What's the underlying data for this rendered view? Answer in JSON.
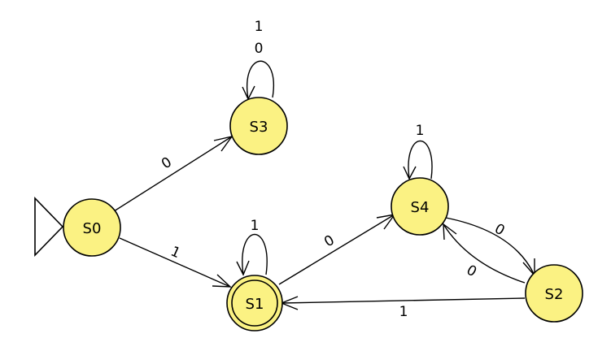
{
  "states": [
    {
      "id": "S0",
      "label": "S0",
      "initial": true,
      "accepting": false
    },
    {
      "id": "S3",
      "label": "S3",
      "initial": false,
      "accepting": false
    },
    {
      "id": "S1",
      "label": "S1",
      "initial": false,
      "accepting": true
    },
    {
      "id": "S4",
      "label": "S4",
      "initial": false,
      "accepting": false
    },
    {
      "id": "S2",
      "label": "S2",
      "initial": false,
      "accepting": false
    }
  ],
  "transitions": [
    {
      "from": "S0",
      "to": "S3",
      "label": "0"
    },
    {
      "from": "S0",
      "to": "S1",
      "label": "1"
    },
    {
      "from": "S3",
      "to": "S3",
      "label": "1\n0"
    },
    {
      "from": "S1",
      "to": "S1",
      "label": "1"
    },
    {
      "from": "S1",
      "to": "S4",
      "label": "0"
    },
    {
      "from": "S4",
      "to": "S4",
      "label": "1"
    },
    {
      "from": "S4",
      "to": "S2",
      "label": "0"
    },
    {
      "from": "S2",
      "to": "S4",
      "label": "0"
    },
    {
      "from": "S2",
      "to": "S1",
      "label": "1"
    }
  ],
  "colors": {
    "state_fill": "#fbf283",
    "stroke": "#000000",
    "background": "#ffffff"
  }
}
